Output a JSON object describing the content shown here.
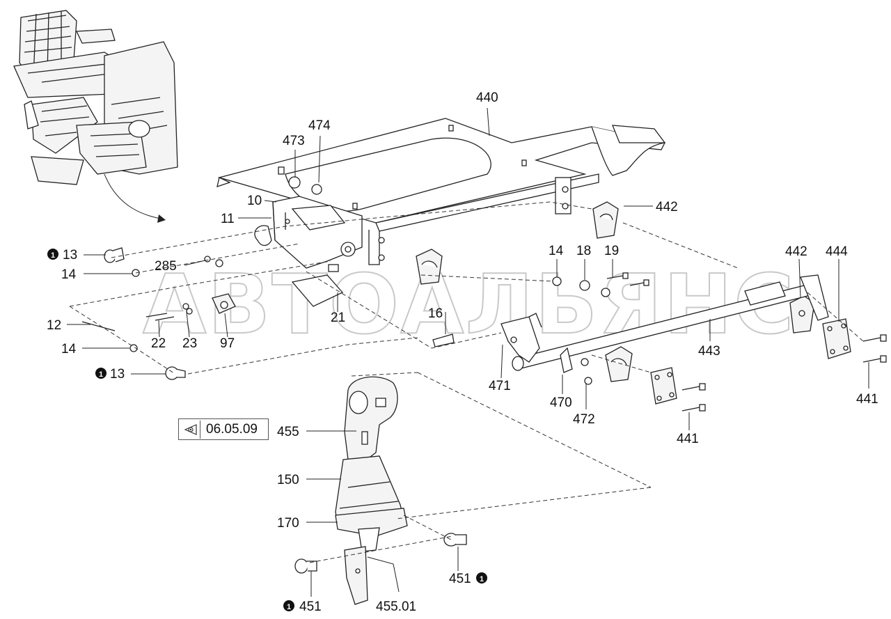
{
  "watermark": "АВТОАЛЬЯНС",
  "reference": {
    "icon": "eye-icon",
    "label": "06.05.09"
  },
  "callouts": {
    "c440": "440",
    "c473": "473",
    "c474": "474",
    "c10": "10",
    "c11": "11",
    "c442a": "442",
    "c442b": "442",
    "c444": "444",
    "c13a": "13",
    "c13b": "13",
    "c14a": "14",
    "c14b": "14",
    "c14c": "14",
    "c285": "285",
    "c12": "12",
    "c22": "22",
    "c23": "23",
    "c21": "21",
    "c97": "97",
    "c18": "18",
    "c19": "19",
    "c16": "16",
    "c443": "443",
    "c441a": "441",
    "c441b": "441",
    "c471": "471",
    "c470": "470",
    "c472": "472",
    "c455": "455",
    "c150": "150",
    "c170": "170",
    "c451a": "451",
    "c451b": "451",
    "c45501": "455.01"
  },
  "marker_icon": "numbered-circle-1-icon"
}
